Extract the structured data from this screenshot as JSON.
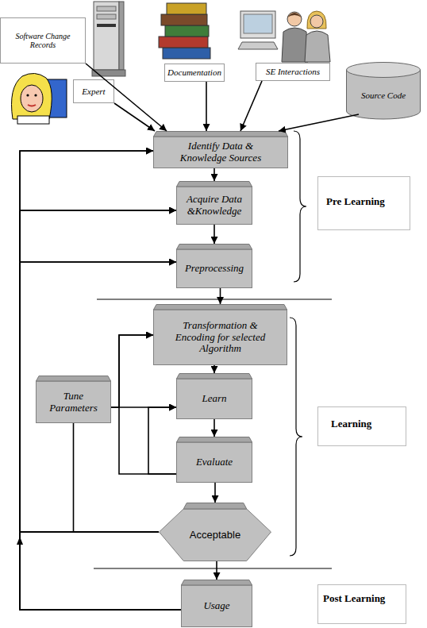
{
  "diagram": {
    "nodes": [
      {
        "text": [
          "Software Change Records"
        ]
      },
      {
        "text": [
          "Documentation"
        ]
      },
      {
        "text": [
          "SE Interactions"
        ]
      },
      {
        "text": [
          "Expert"
        ]
      },
      {
        "text": [
          "Source Code"
        ]
      },
      {
        "text": [
          "Identify Data & Knowledge Sources"
        ]
      },
      {
        "text": [
          "Acquire Data &Knowledge"
        ]
      },
      {
        "text": [
          "Preprocessing"
        ]
      },
      {
        "text": [
          "Pre Learning"
        ]
      },
      {
        "text": [
          "Transformation & Encoding for selected Algorithm"
        ]
      },
      {
        "text": [
          "Tune Parameters"
        ]
      },
      {
        "text": [
          "Learn"
        ]
      },
      {
        "text": [
          "Evaluate"
        ]
      },
      {
        "text": [
          "Acceptable"
        ]
      },
      {
        "text": [
          "Learning"
        ]
      },
      {
        "text": [
          "Usage"
        ]
      },
      {
        "text": [
          "Post Learning"
        ]
      }
    ],
    "edges": [
      {
        "from": 0,
        "to": 5,
        "arrow": "to"
      },
      {
        "from": 1,
        "to": 5,
        "arrow": "to"
      },
      {
        "from": 2,
        "to": 5,
        "arrow": "to"
      },
      {
        "from": 3,
        "to": 5,
        "arrow": "to"
      },
      {
        "from": 4,
        "to": 5,
        "arrow": "to"
      },
      {
        "from": 5,
        "to": 6,
        "arrow": "to"
      },
      {
        "from": 6,
        "to": 7,
        "arrow": "to"
      },
      {
        "from": 7,
        "to": 9,
        "arrow": "to"
      },
      {
        "from": 9,
        "to": 11,
        "arrow": "to"
      },
      {
        "from": 11,
        "to": 12,
        "arrow": "to"
      },
      {
        "from": 12,
        "to": 13,
        "arrow": "to"
      },
      {
        "from": 13,
        "to": 15,
        "arrow": "to"
      },
      {
        "from": 10,
        "to": 9,
        "arrow": "to"
      },
      {
        "from": 10,
        "to": 11,
        "arrow": "to"
      },
      {
        "from": 12,
        "to": 9,
        "arrow": "to"
      },
      {
        "from": 12,
        "to": 11,
        "arrow": "to"
      },
      {
        "from": 13,
        "to": 10,
        "arrow": "none"
      },
      {
        "from": 15,
        "to": 5,
        "arrow": "to"
      },
      {
        "from": 15,
        "to": 6,
        "arrow": "to"
      },
      {
        "from": 15,
        "to": 7,
        "arrow": "to"
      },
      {
        "from": 13,
        "to": 5,
        "arrow": "to"
      },
      {
        "from": 13,
        "to": 6,
        "arrow": "to"
      },
      {
        "from": 13,
        "to": 7,
        "arrow": "to"
      }
    ]
  }
}
